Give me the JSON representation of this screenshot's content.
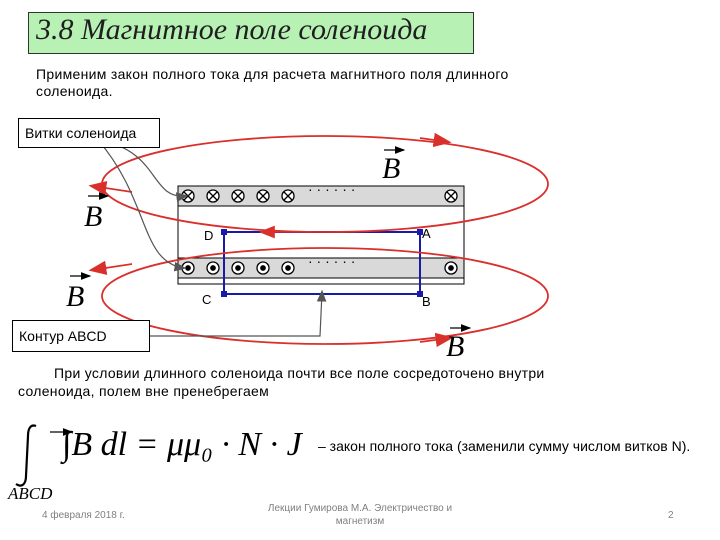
{
  "title": "3.8 Магнитное поле соленоида",
  "intro": "Применим закон полного тока для расчета магнитного поля длинного соленоида.",
  "callouts": {
    "turns": "Витки соленоида",
    "contour": "Контур ABCD"
  },
  "field_label": "B",
  "points": {
    "a": "A",
    "b": "B",
    "c": "C",
    "d": "D"
  },
  "dots": "· · · · · ·",
  "note": {
    "line1": "При условии длинного соленоида почти все поле сосредоточено внутри",
    "line2": "соленоида, полем вне  пренебрегаем"
  },
  "formula": {
    "lhs": "∫B dl = μμ₀ · N · J",
    "subscript": "ABCD",
    "description": "– закон полного тока (заменили сумму числом витков N)."
  },
  "footer": {
    "date": "4 февраля 2018 г.",
    "course": "Лекции Гумирова М.А. Электричество и магнетизм",
    "page": "2"
  },
  "colors": {
    "title_bg": "#b7f1b4",
    "field_lines": "#d9302c",
    "contour": "#1a1aa8",
    "solenoid_fill": "#d9d9d9"
  }
}
